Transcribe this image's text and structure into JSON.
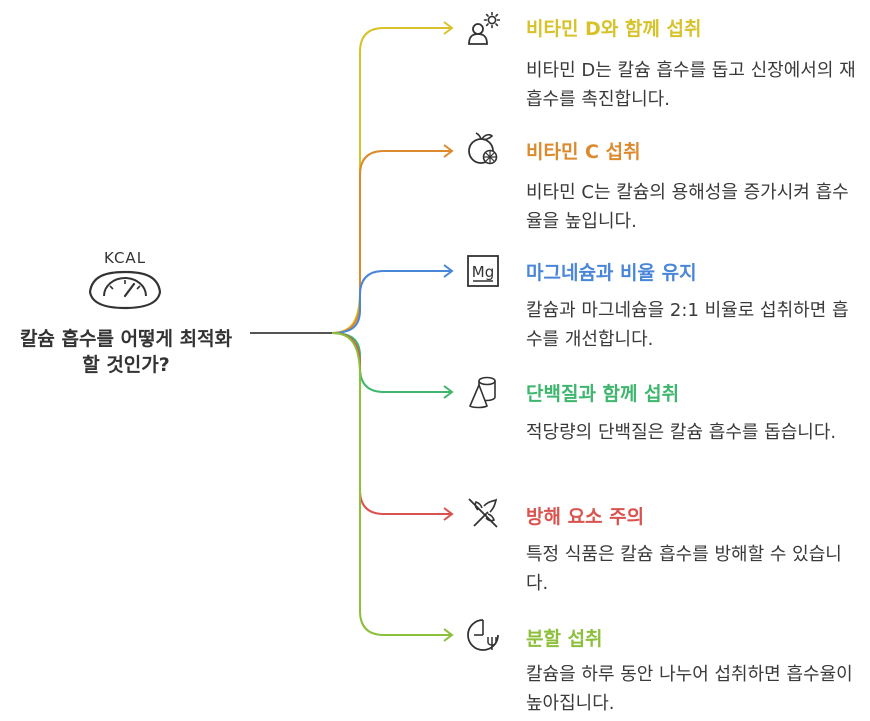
{
  "center": {
    "kcal_label": "KCAL",
    "title": "칼슘 흡수를 어떻게 최적화할 것인가?"
  },
  "branches": [
    {
      "title": "비타민 D와 함께 섭취",
      "description": "비타민 D는 칼슘 흡수를 돕고 신장에서의 재흡수를 촉진합니다.",
      "color": "#d8c22a",
      "icon": "person-sun-icon"
    },
    {
      "title": "비타민 C 섭취",
      "description": "비타민 C는 칼슘의 용해성을 증가시켜 흡수율을 높입니다.",
      "color": "#dc8a2e",
      "icon": "citrus-fruit-icon"
    },
    {
      "title": "마그네슘과 비율 유지",
      "description": "칼슘과 마그네슘을 2:1 비율로 섭취하면 흡수를 개선합니다.",
      "color": "#4a86d8",
      "icon": "magnesium-element-icon"
    },
    {
      "title": "단백질과 함께 섭취",
      "description": "적당량의 단백질은 칼슘 흡수를 돕습니다.",
      "color": "#3fb66e",
      "icon": "cylinder-cone-icon"
    },
    {
      "title": "방해 요소 주의",
      "description": "특정 식품은 칼슘 흡수를 방해할 수 있습니다.",
      "color": "#d9534f",
      "icon": "no-wheat-icon"
    },
    {
      "title": "분할 섭취",
      "description": "칼슘을 하루 동안 나누어 섭취하면 흡수율이 높아집니다.",
      "color": "#8cbf3a",
      "icon": "split-meal-icon"
    }
  ]
}
